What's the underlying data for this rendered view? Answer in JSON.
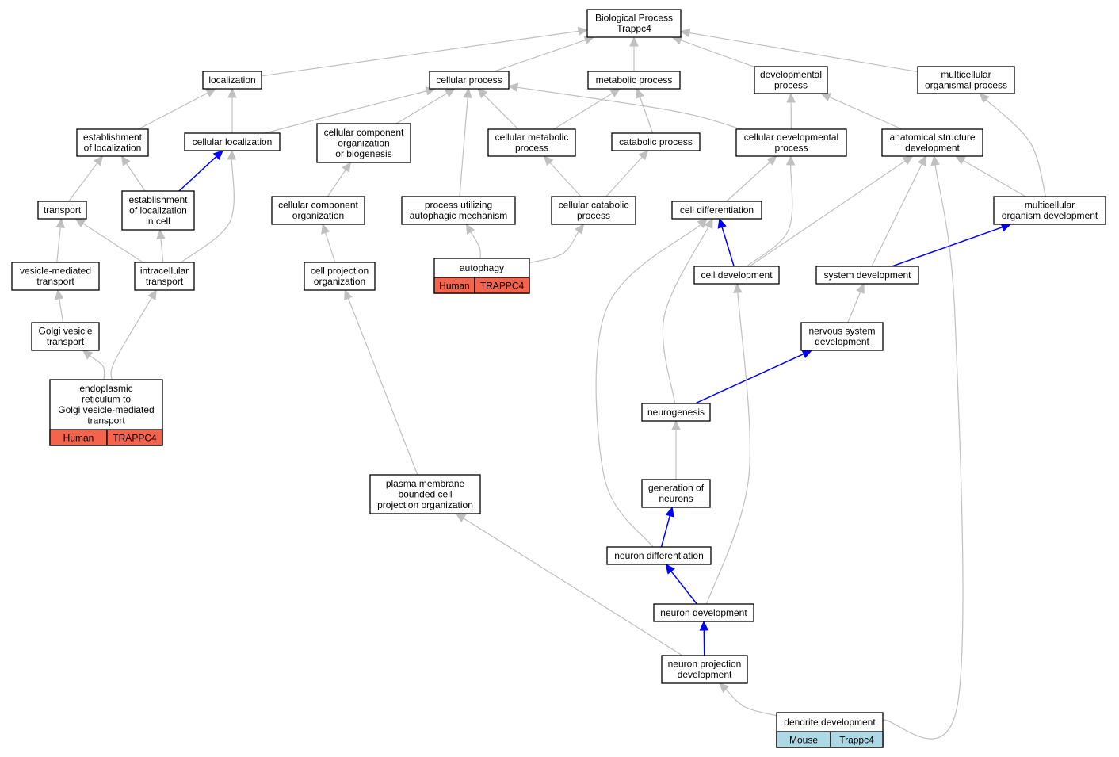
{
  "nodes": {
    "bp": {
      "lines": [
        "Biological Process",
        "Trappc4"
      ]
    },
    "loc": {
      "lines": [
        "localization"
      ]
    },
    "cp": {
      "lines": [
        "cellular process"
      ]
    },
    "mp": {
      "lines": [
        "metabolic process"
      ]
    },
    "dp": {
      "lines": [
        "developmental",
        "process"
      ]
    },
    "mop": {
      "lines": [
        "multicellular",
        "organismal process"
      ]
    },
    "eol": {
      "lines": [
        "establishment",
        "of localization"
      ]
    },
    "cl": {
      "lines": [
        "cellular localization"
      ]
    },
    "ccob": {
      "lines": [
        "cellular component",
        "organization",
        "or biogenesis"
      ]
    },
    "cmp": {
      "lines": [
        "cellular metabolic",
        "process"
      ]
    },
    "catp": {
      "lines": [
        "catabolic process"
      ]
    },
    "cdp": {
      "lines": [
        "cellular developmental",
        "process"
      ]
    },
    "asd": {
      "lines": [
        "anatomical structure",
        "development"
      ]
    },
    "tr": {
      "lines": [
        "transport"
      ]
    },
    "eolc": {
      "lines": [
        "establishment",
        "of localization",
        "in cell"
      ]
    },
    "cco": {
      "lines": [
        "cellular component",
        "organization"
      ]
    },
    "puam": {
      "lines": [
        "process utilizing",
        "autophagic mechanism"
      ]
    },
    "ccp": {
      "lines": [
        "cellular catabolic",
        "process"
      ]
    },
    "cdiff": {
      "lines": [
        "cell differentiation"
      ]
    },
    "mod": {
      "lines": [
        "multicellular",
        "organism development"
      ]
    },
    "vmt": {
      "lines": [
        "vesicle-mediated",
        "transport"
      ]
    },
    "it": {
      "lines": [
        "intracellular",
        "transport"
      ]
    },
    "cpo": {
      "lines": [
        "cell projection",
        "organization"
      ]
    },
    "aut": {
      "lines": [
        "autophagy"
      ],
      "annotation": [
        "Human",
        "TRAPPC4"
      ]
    },
    "cdev": {
      "lines": [
        "cell development"
      ]
    },
    "sd": {
      "lines": [
        "system development"
      ]
    },
    "gvt": {
      "lines": [
        "Golgi vesicle",
        "transport"
      ]
    },
    "nsd": {
      "lines": [
        "nervous system",
        "development"
      ]
    },
    "ergv": {
      "lines": [
        "endoplasmic",
        "reticulum to",
        "Golgi vesicle-mediated",
        "transport"
      ],
      "annotation": [
        "Human",
        "TRAPPC4"
      ]
    },
    "ng": {
      "lines": [
        "neurogenesis"
      ]
    },
    "gon": {
      "lines": [
        "generation of",
        "neurons"
      ]
    },
    "pmb": {
      "lines": [
        "plasma membrane",
        "bounded cell",
        "projection organization"
      ]
    },
    "nd": {
      "lines": [
        "neuron differentiation"
      ]
    },
    "ndev": {
      "lines": [
        "neuron development"
      ]
    },
    "npd": {
      "lines": [
        "neuron projection",
        "development"
      ]
    },
    "dd": {
      "lines": [
        "dendrite development"
      ],
      "annotation": [
        "Mouse",
        "Trappc4"
      ]
    }
  },
  "edges": [
    {
      "from": "loc",
      "to": "bp",
      "kind": "is_a"
    },
    {
      "from": "cp",
      "to": "bp",
      "kind": "is_a"
    },
    {
      "from": "mp",
      "to": "bp",
      "kind": "is_a"
    },
    {
      "from": "dp",
      "to": "bp",
      "kind": "is_a"
    },
    {
      "from": "mop",
      "to": "bp",
      "kind": "is_a"
    },
    {
      "from": "eol",
      "to": "loc",
      "kind": "is_a"
    },
    {
      "from": "cl",
      "to": "loc",
      "kind": "is_a"
    },
    {
      "from": "cl",
      "to": "cp",
      "kind": "is_a"
    },
    {
      "from": "ccob",
      "to": "cp",
      "kind": "is_a"
    },
    {
      "from": "cmp",
      "to": "cp",
      "kind": "is_a"
    },
    {
      "from": "cmp",
      "to": "mp",
      "kind": "is_a"
    },
    {
      "from": "catp",
      "to": "mp",
      "kind": "is_a"
    },
    {
      "from": "cdp",
      "to": "cp",
      "kind": "is_a"
    },
    {
      "from": "cdp",
      "to": "dp",
      "kind": "is_a"
    },
    {
      "from": "asd",
      "to": "dp",
      "kind": "is_a"
    },
    {
      "from": "tr",
      "to": "eol",
      "kind": "is_a"
    },
    {
      "from": "eolc",
      "to": "eol",
      "kind": "is_a"
    },
    {
      "from": "eolc",
      "to": "cl",
      "kind": "part_of"
    },
    {
      "from": "cco",
      "to": "ccob",
      "kind": "is_a"
    },
    {
      "from": "puam",
      "to": "cp",
      "kind": "is_a"
    },
    {
      "from": "ccp",
      "to": "cmp",
      "kind": "is_a"
    },
    {
      "from": "ccp",
      "to": "catp",
      "kind": "is_a"
    },
    {
      "from": "cdiff",
      "to": "cdp",
      "kind": "is_a"
    },
    {
      "from": "mod",
      "to": "asd",
      "kind": "is_a"
    },
    {
      "from": "mod",
      "to": "mop",
      "kind": "is_a"
    },
    {
      "from": "vmt",
      "to": "tr",
      "kind": "is_a"
    },
    {
      "from": "it",
      "to": "tr",
      "kind": "is_a"
    },
    {
      "from": "it",
      "to": "eolc",
      "kind": "is_a"
    },
    {
      "from": "it",
      "to": "cl",
      "kind": "is_a"
    },
    {
      "from": "cpo",
      "to": "cco",
      "kind": "is_a"
    },
    {
      "from": "aut",
      "to": "puam",
      "kind": "is_a"
    },
    {
      "from": "aut",
      "to": "ccp",
      "kind": "is_a"
    },
    {
      "from": "cdev",
      "to": "cdiff",
      "kind": "part_of"
    },
    {
      "from": "cdev",
      "to": "cdp",
      "kind": "is_a"
    },
    {
      "from": "cdev",
      "to": "asd",
      "kind": "is_a"
    },
    {
      "from": "sd",
      "to": "asd",
      "kind": "is_a"
    },
    {
      "from": "sd",
      "to": "mod",
      "kind": "part_of"
    },
    {
      "from": "gvt",
      "to": "vmt",
      "kind": "is_a"
    },
    {
      "from": "nsd",
      "to": "sd",
      "kind": "is_a"
    },
    {
      "from": "ergv",
      "to": "gvt",
      "kind": "is_a"
    },
    {
      "from": "ergv",
      "to": "it",
      "kind": "is_a"
    },
    {
      "from": "ng",
      "to": "cdiff",
      "kind": "is_a"
    },
    {
      "from": "ng",
      "to": "nsd",
      "kind": "part_of"
    },
    {
      "from": "gon",
      "to": "ng",
      "kind": "is_a"
    },
    {
      "from": "pmb",
      "to": "cpo",
      "kind": "is_a"
    },
    {
      "from": "nd",
      "to": "gon",
      "kind": "part_of"
    },
    {
      "from": "nd",
      "to": "cdiff",
      "kind": "is_a"
    },
    {
      "from": "ndev",
      "to": "nd",
      "kind": "part_of"
    },
    {
      "from": "ndev",
      "to": "cdev",
      "kind": "is_a"
    },
    {
      "from": "npd",
      "to": "ndev",
      "kind": "part_of"
    },
    {
      "from": "npd",
      "to": "pmb",
      "kind": "is_a"
    },
    {
      "from": "dd",
      "to": "npd",
      "kind": "is_a"
    },
    {
      "from": "dd",
      "to": "asd",
      "kind": "is_a"
    }
  ],
  "colors": {
    "is_a_edge": "#c0c0c0",
    "part_of_edge": "#0000ff",
    "human_fill": "#f4634b",
    "mouse_fill": "#add8e6",
    "node_border": "#000000",
    "node_fill": "#ffffff"
  }
}
